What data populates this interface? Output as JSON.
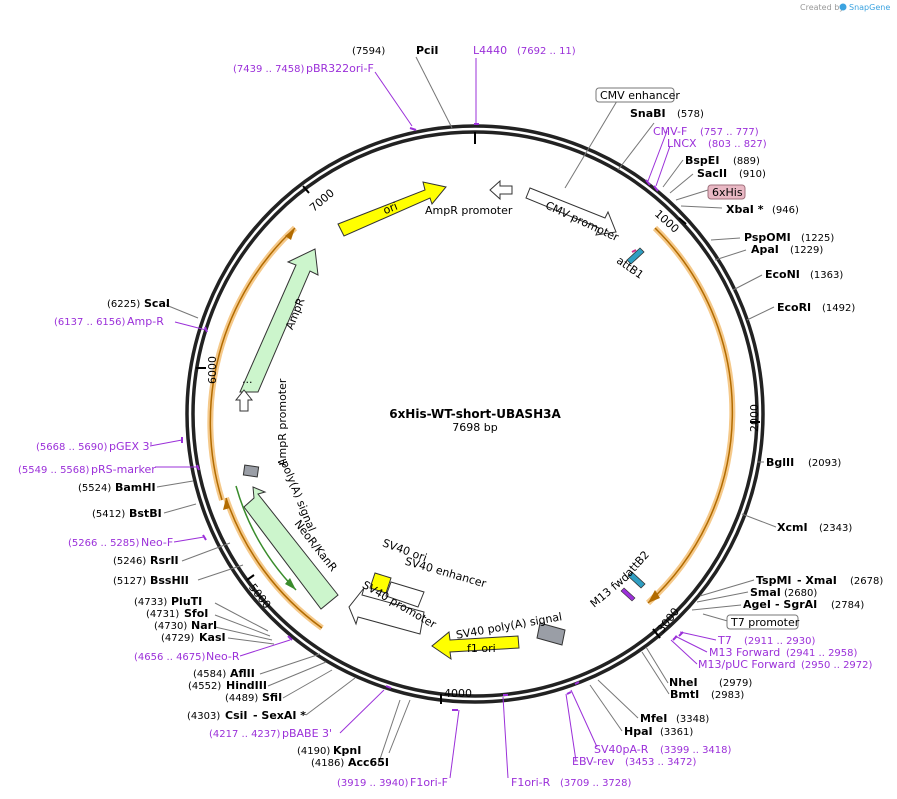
{
  "credit": {
    "created_by": "Created by",
    "app": "SnapGene"
  },
  "plasmid": {
    "name": "6xHis-WT-short-UBASH3A",
    "length_label": "7698 bp",
    "length": 7698
  },
  "ticks": [
    "1000",
    "2000",
    "3000",
    "4000",
    "5000",
    "6000",
    "7000"
  ],
  "features": {
    "ori": "ori",
    "ampr_promoter_top": "AmpR promoter",
    "cmv_promoter": "CMV promoter",
    "attb1": "attB1",
    "ampr": "AmpR",
    "ampr_promoter_left": "AmpR promoter",
    "polya": "poly(A) signal",
    "neor": "NeoR/KanR",
    "sv40_ori": "SV40 ori",
    "sv40_enhancer": "SV40 enhancer",
    "sv40_promoter": "SV40 promoter",
    "sv40_polya": "SV40 poly(A) signal",
    "f1_ori": "f1 ori",
    "m13_fwd": "M13 fwd",
    "attb2": "attB2",
    "dots": "..."
  },
  "boxed": {
    "cmv_enhancer": "CMV enhancer",
    "his": "6xHis",
    "t7": "T7 promoter"
  },
  "sites": [
    {
      "name": "PciI",
      "pos": "(7594)"
    },
    {
      "name": "SnaBI",
      "pos": "(578)"
    },
    {
      "name": "BspEI",
      "pos": "(889)"
    },
    {
      "name": "SacII",
      "pos": "(910)"
    },
    {
      "name": "XbaI *",
      "pos": "(946)"
    },
    {
      "name": "PspOMI",
      "pos": "(1225)"
    },
    {
      "name": "ApaI",
      "pos": "(1229)"
    },
    {
      "name": "EcoNI",
      "pos": "(1363)"
    },
    {
      "name": "EcoRI",
      "pos": "(1492)"
    },
    {
      "name": "BglII",
      "pos": "(2093)"
    },
    {
      "name": "XcmI",
      "pos": "(2343)"
    },
    {
      "name": "TspMI",
      "pos": "- XmaI",
      "extra": "(2678)"
    },
    {
      "name": "SmaI",
      "pos": "(2680)"
    },
    {
      "name": "AgeI",
      "pos": "- SgrAI",
      "extra": "(2784)"
    },
    {
      "name": "NheI",
      "pos": "(2979)"
    },
    {
      "name": "BmtI",
      "pos": "(2983)"
    },
    {
      "name": "MfeI",
      "pos": "(3348)"
    },
    {
      "name": "HpaI",
      "pos": "(3361)"
    },
    {
      "name": "KpnI",
      "pos": "(4190)"
    },
    {
      "name": "Acc65I",
      "pos": "(4186)"
    },
    {
      "name": "CsiI",
      "pos": "(4303)",
      "extra": "- SexAI *"
    },
    {
      "name": "SfiI",
      "pos": "(4489)"
    },
    {
      "name": "HindIII",
      "pos": "(4552)"
    },
    {
      "name": "AflII",
      "pos": "(4584)"
    },
    {
      "name": "KasI",
      "pos": "(4729)"
    },
    {
      "name": "NarI",
      "pos": "(4730)"
    },
    {
      "name": "SfoI",
      "pos": "(4731)"
    },
    {
      "name": "PluTI",
      "pos": "(4733)"
    },
    {
      "name": "BssHII",
      "pos": "(5127)"
    },
    {
      "name": "RsrII",
      "pos": "(5246)"
    },
    {
      "name": "BstBI",
      "pos": "(5412)"
    },
    {
      "name": "BamHI",
      "pos": "(5524)"
    },
    {
      "name": "ScaI",
      "pos": "(6225)"
    }
  ],
  "primers": [
    {
      "name": "L4440",
      "range": "(7692 .. 11)"
    },
    {
      "name": "pBR322ori-F",
      "range": "(7439 .. 7458)"
    },
    {
      "name": "CMV-F",
      "range": "(757 .. 777)"
    },
    {
      "name": "LNCX",
      "range": "(803 .. 827)"
    },
    {
      "name": "T7",
      "range": "(2911 .. 2930)"
    },
    {
      "name": "M13 Forward",
      "range": "(2941 .. 2958)"
    },
    {
      "name": "M13/pUC Forward",
      "range": "(2950 .. 2972)"
    },
    {
      "name": "SV40pA-R",
      "range": "(3399 .. 3418)"
    },
    {
      "name": "EBV-rev",
      "range": "(3453 .. 3472)"
    },
    {
      "name": "F1ori-R",
      "range": "(3709 .. 3728)"
    },
    {
      "name": "F1ori-F",
      "range": "(3919 .. 3940)"
    },
    {
      "name": "pBABE 3'",
      "range": "(4217 .. 4237)"
    },
    {
      "name": "Neo-R",
      "range": "(4656 .. 4675)"
    },
    {
      "name": "Neo-F",
      "range": "(5266 .. 5285)"
    },
    {
      "name": "pRS-marker",
      "range": "(5549 .. 5568)"
    },
    {
      "name": "pGEX 3'",
      "range": "(5668 .. 5690)"
    },
    {
      "name": "Amp-R",
      "range": "(6137 .. 6156)"
    }
  ]
}
